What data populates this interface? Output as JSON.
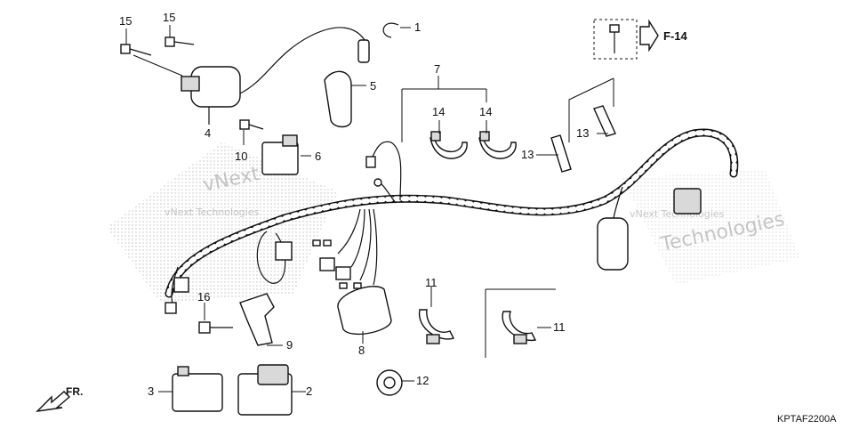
{
  "callouts": {
    "c1": "1",
    "c2": "2",
    "c3": "3",
    "c4": "4",
    "c5": "5",
    "c6": "6",
    "c7": "7",
    "c8": "8",
    "c9": "9",
    "c10": "10",
    "c11a": "11",
    "c11b": "11",
    "c12": "12",
    "c13a": "13",
    "c13b": "13",
    "c14a": "14",
    "c14b": "14",
    "c15a": "15",
    "c15b": "15",
    "c16": "16"
  },
  "reference": "F-14",
  "front_label": "FR.",
  "diagram_code": "KPTAF2200A",
  "watermarks": {
    "w1": "vNext Technologies",
    "w2": "vNext Technologies",
    "w3": "vNext",
    "w4": "Technologies"
  }
}
